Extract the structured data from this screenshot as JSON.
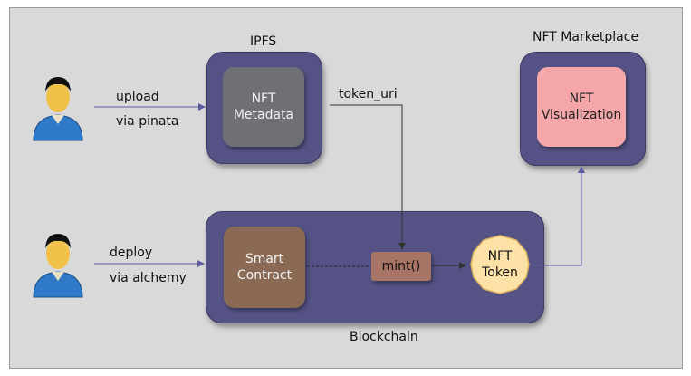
{
  "users": {
    "top": {
      "action": "upload",
      "via": "via pinata",
      "icon": "user-icon"
    },
    "bottom": {
      "action": "deploy",
      "via": "via alchemy",
      "icon": "user-icon"
    }
  },
  "ipfs": {
    "title": "IPFS",
    "node": "NFT\nMetadata"
  },
  "marketplace": {
    "title": "NFT Marketplace",
    "node": "NFT\nVisualization"
  },
  "blockchain": {
    "title": "Blockchain",
    "contract": "Smart\nContract",
    "mint": "mint()",
    "token": "NFT\nToken"
  },
  "edges": {
    "token_uri": "token_uri"
  },
  "colors": {
    "container": "#555386",
    "metadata": "#6f6f76",
    "visualization": "#f4a6a8",
    "contract": "#8a6a55",
    "mint": "#a87466",
    "token": "#fde2a8",
    "arrow": "#5a5aa0"
  }
}
